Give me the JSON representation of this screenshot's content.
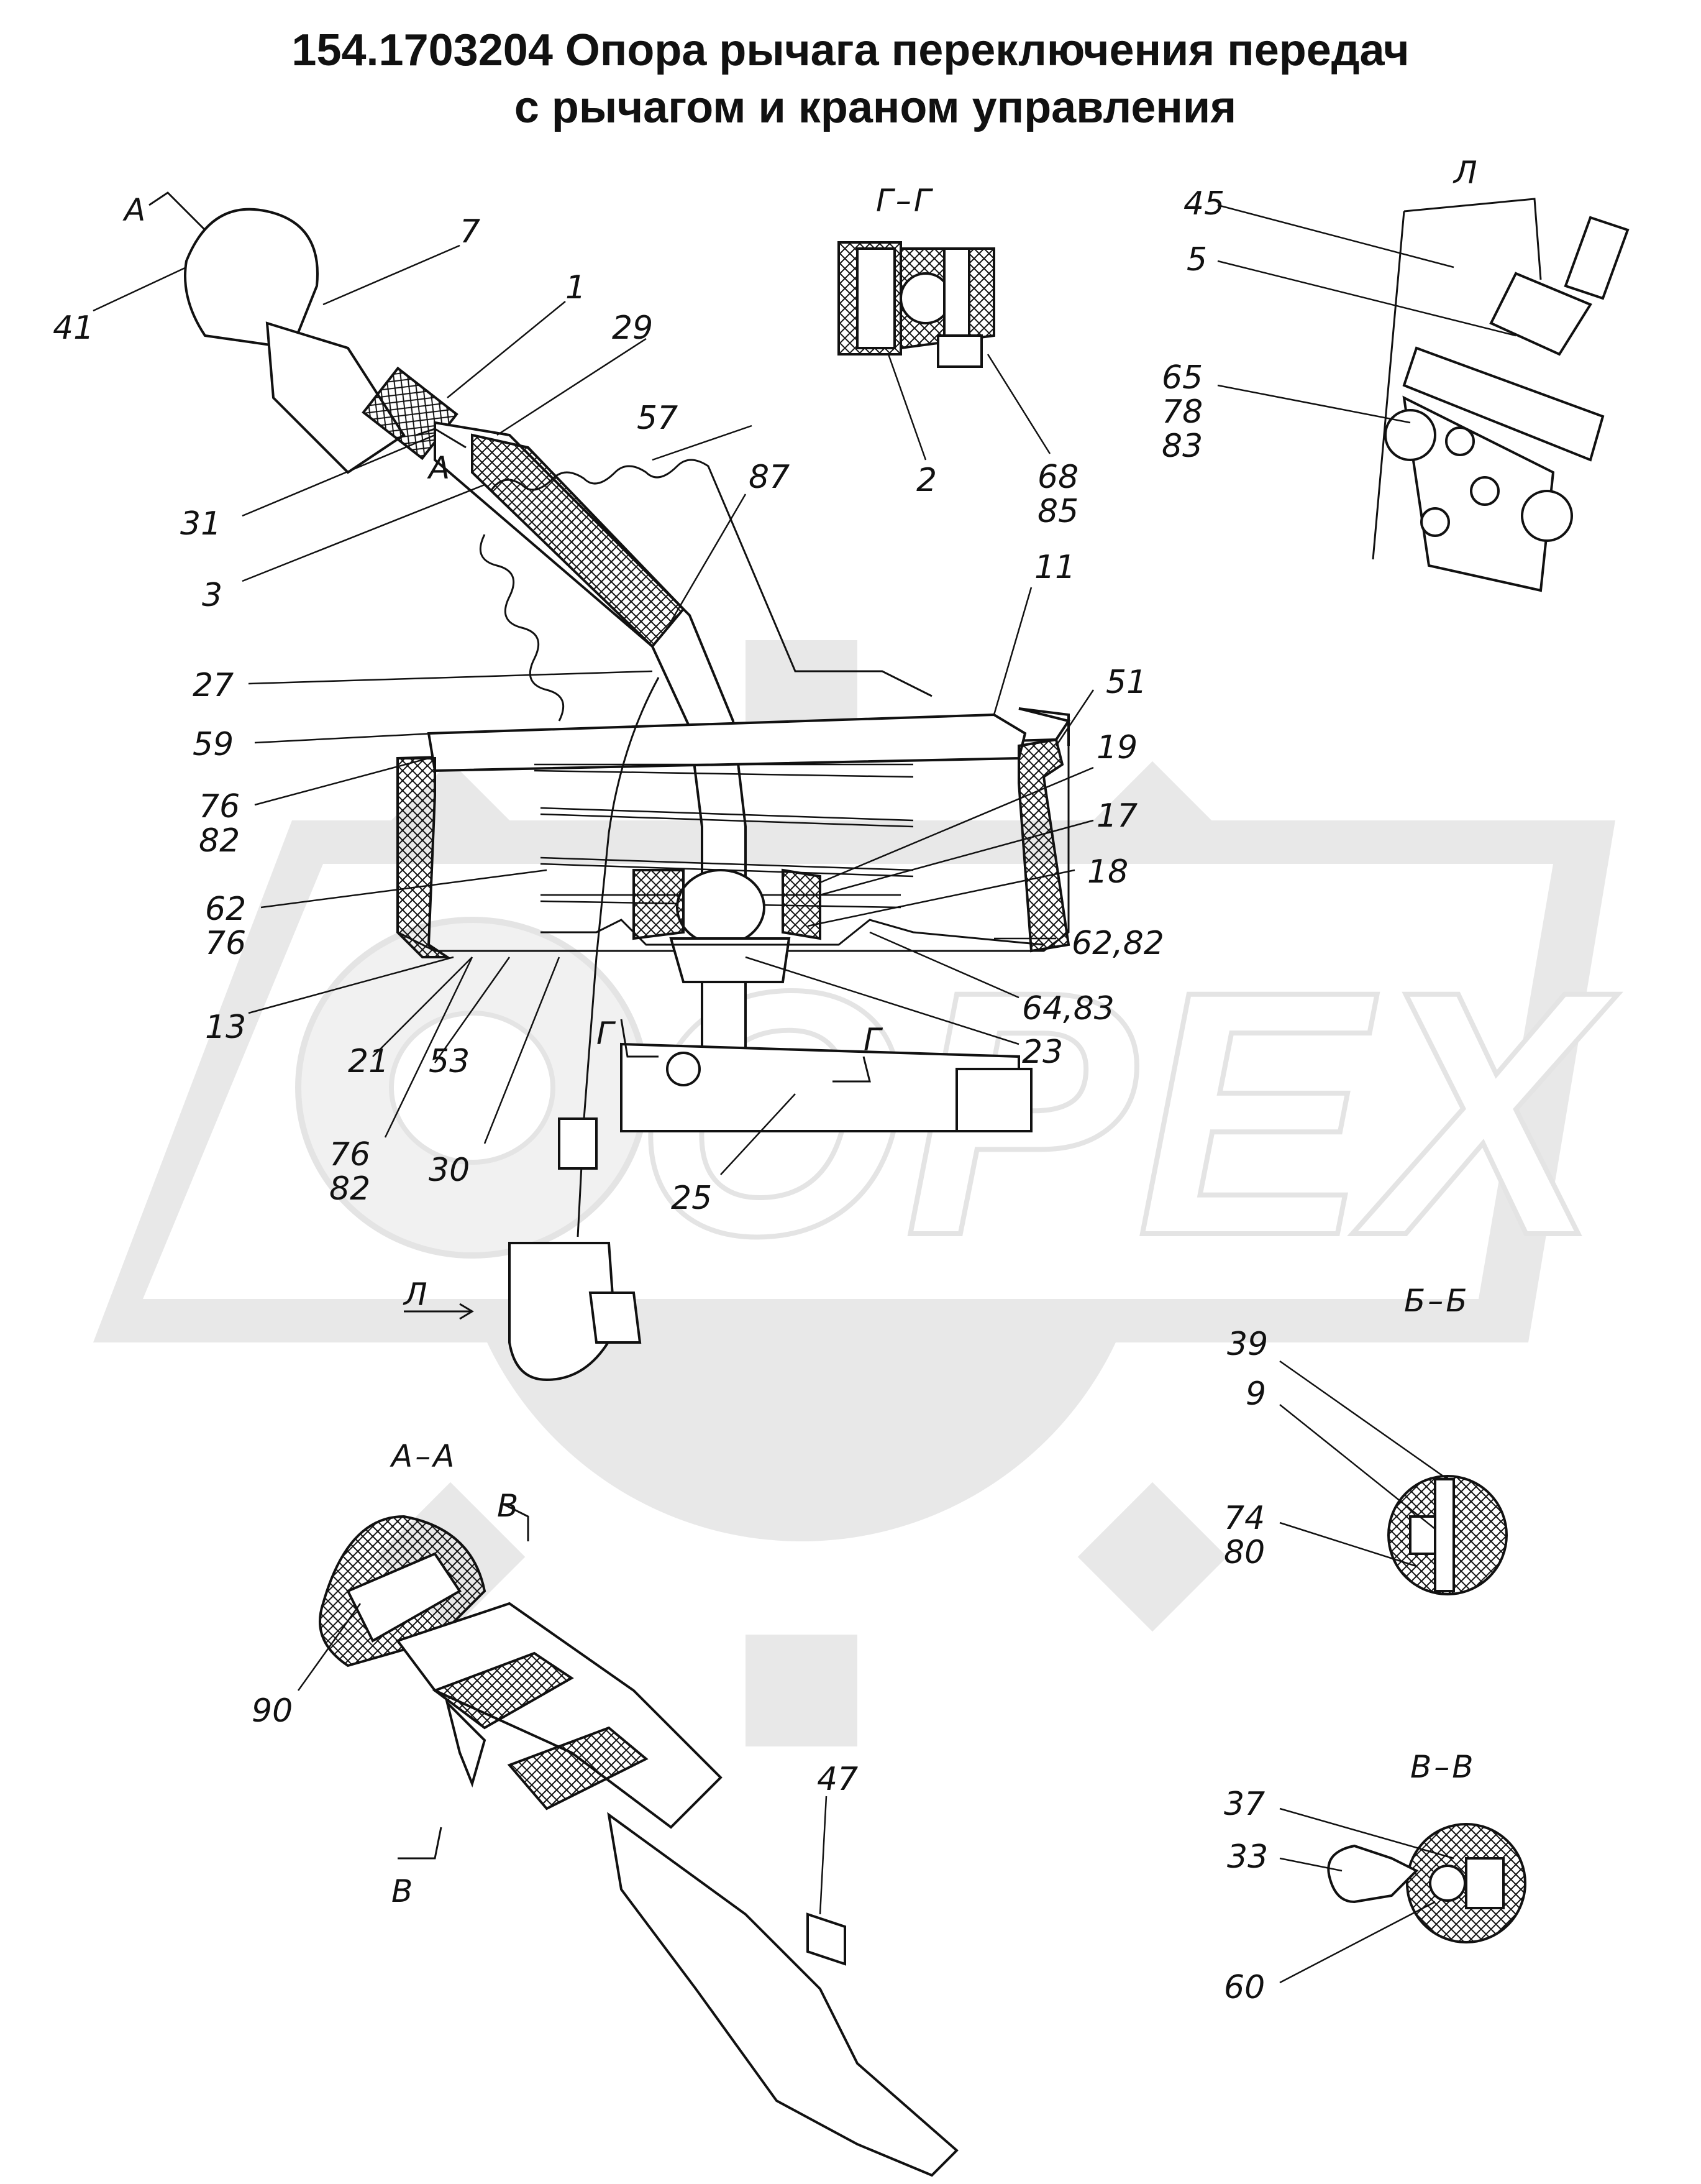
{
  "title": {
    "line1": "154.1703204 Опора рычага переключения передач",
    "line2": "с рычагом и краном управления"
  },
  "watermark": {
    "text": "OPEX",
    "color": "#e6e6e6"
  },
  "section_labels": {
    "gg": "Г–Г",
    "aa": "А–А",
    "bb": "Б–Б",
    "vv": "В–В",
    "view_l": "Л",
    "view_l_arrow": "Л",
    "cut_a1": "А",
    "cut_a2": "А",
    "cut_g1": "Г",
    "cut_g2": "Г",
    "cut_v1": "В",
    "cut_v2": "В"
  },
  "callouts": {
    "c1": "1",
    "c2": "2",
    "c3": "3",
    "c5": "5",
    "c7": "7",
    "c9": "9",
    "c11": "11",
    "c13": "13",
    "c17": "17",
    "c18": "18",
    "c19": "19",
    "c21": "21",
    "c23": "23",
    "c25": "25",
    "c27": "27",
    "c29": "29",
    "c30": "30",
    "c31": "31",
    "c33": "33",
    "c37": "37",
    "c39": "39",
    "c41": "41",
    "c45": "45",
    "c47": "47",
    "c51": "51",
    "c53": "53",
    "c57": "57",
    "c59": "59",
    "c60": "60",
    "c62_82": "62,82",
    "c64_83": "64,83",
    "c87": "87",
    "c90": "90",
    "c62_76": [
      "62",
      "76"
    ],
    "c76_82a": [
      "76",
      "82"
    ],
    "c76_82b": [
      "76",
      "82"
    ],
    "c65_78_83": [
      "65",
      "78",
      "83"
    ],
    "c68_85": [
      "68",
      "85"
    ],
    "c74_80": [
      "74",
      "80"
    ]
  }
}
